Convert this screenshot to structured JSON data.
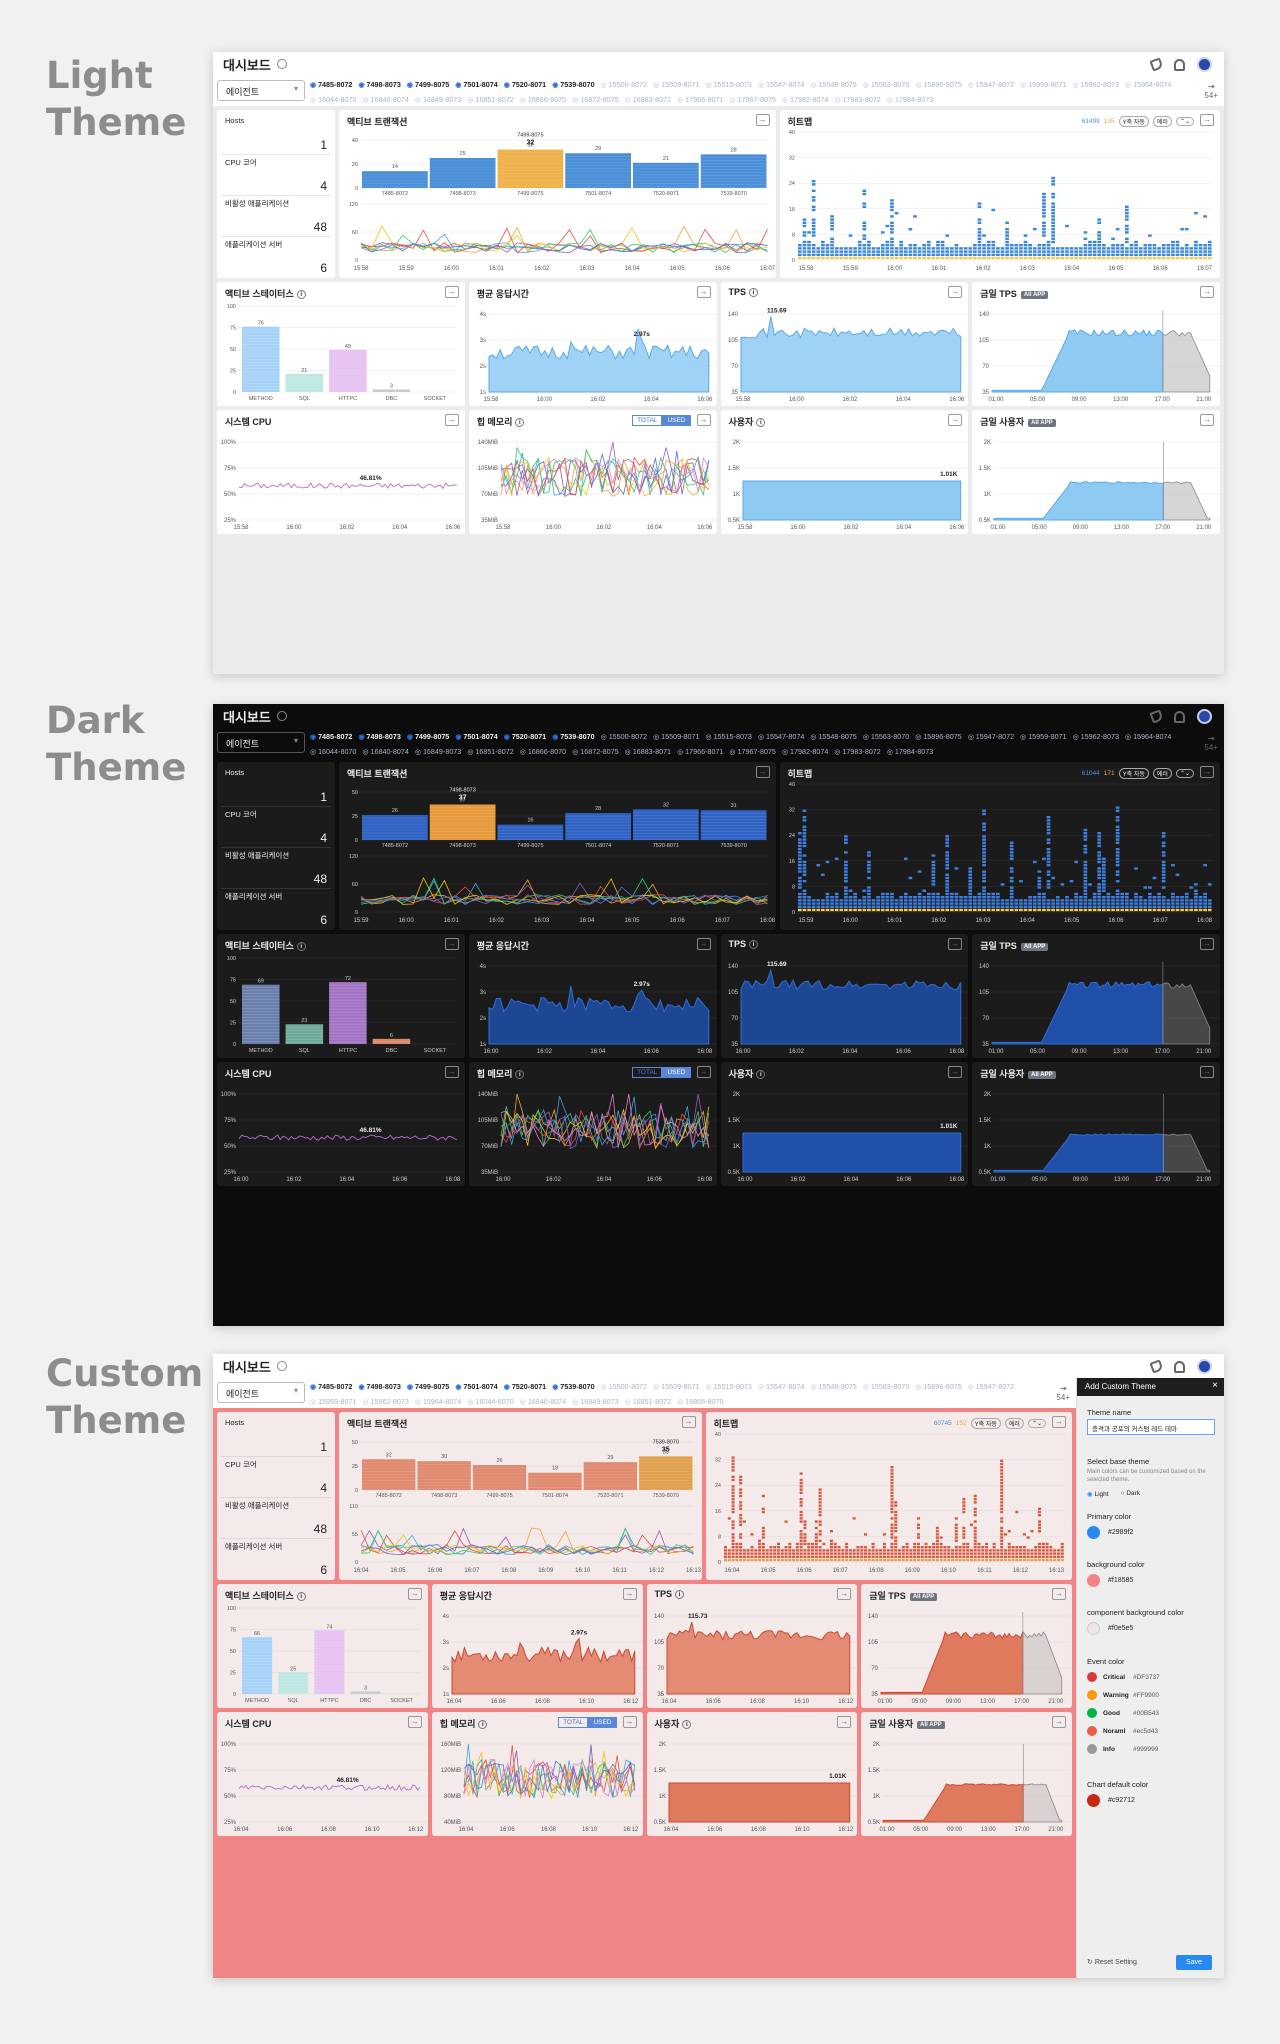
{
  "themes": [
    {
      "label": "Light Theme",
      "dark": false
    },
    {
      "label": "Dark Theme",
      "dark": true
    },
    {
      "label": "Custom Theme",
      "dark": false
    }
  ],
  "header": {
    "title": "대시보드",
    "agent_select": "에이전트",
    "count_badge": "54+"
  },
  "agents": {
    "light_on": [
      "7485-8072",
      "7498-8073",
      "7499-8075",
      "7501-8074",
      "7520-8071",
      "7539-8070"
    ],
    "light_off": [
      "15500-8072",
      "15509-8071",
      "15515-8073",
      "15547-8074",
      "15548-8075",
      "15563-8070",
      "15896-8075",
      "15947-8072",
      "15959-8071",
      "15962-8073",
      "15964-8074",
      "16044-8070",
      "16840-8074",
      "16849-8073",
      "16851-8072",
      "16866-8070",
      "16872-8075",
      "16883-8071",
      "17966-8071",
      "17967-8075",
      "17982-8074",
      "17983-8072",
      "17984-8073"
    ],
    "custom_off": [
      "15500-8072",
      "15509-8071",
      "15515-8073",
      "15547-8074",
      "15548-8075",
      "15563-8070",
      "15896-8075",
      "15947-8072",
      "15959-8071",
      "15962-8073",
      "15964-8074",
      "16044-8070",
      "16840-8074",
      "16849-8073",
      "16851-8072",
      "16866-8070"
    ]
  },
  "stats": [
    {
      "label": "Hosts",
      "value": "1"
    },
    {
      "label": "CPU 코어",
      "value": "4"
    },
    {
      "label": "비활성 애플리케이션",
      "value": "48"
    },
    {
      "label": "애플리케이션 서버",
      "value": "6"
    }
  ],
  "cards": {
    "active_tx": "액티브 트랜잭션",
    "heatmap": "히트맵",
    "active_status": "액티브 스테이터스",
    "avg_response": "평균 응답시간",
    "tps": "TPS",
    "today_tps": "금일 TPS",
    "system_cpu": "시스템 CPU",
    "heap_memory": "힙 메모리",
    "users": "사용자",
    "today_users": "금일 사용자",
    "all_app": "All APP",
    "total": "TOTAL",
    "used": "USED",
    "heatmap_auto": "Y축 자동",
    "heatmap_error": "에러"
  },
  "heatmap_counts": [
    {
      "count": "61499",
      "err": "135"
    },
    {
      "count": "61044",
      "err": "171"
    },
    {
      "count": "60745",
      "err": "152"
    }
  ],
  "chart_data": [
    {
      "type": "bar",
      "title": "액티브 트랜잭션",
      "themes": [
        {
          "categories": [
            "7485-8072",
            "7498-8073",
            "7499-8075",
            "7501-8074",
            "7520-8071",
            "7539-8070"
          ],
          "values": [
            14,
            25,
            32,
            29,
            21,
            28
          ],
          "ylim": [
            0,
            40
          ],
          "yticks": [
            0,
            20,
            40
          ],
          "highlight": {
            "index": 2,
            "label": "7499-8075",
            "value": "32"
          }
        },
        {
          "categories": [
            "7485-8072",
            "7498-8073",
            "7499-8075",
            "7501-8074",
            "7520-8071",
            "7539-8070"
          ],
          "values": [
            26,
            37,
            16,
            28,
            32,
            31
          ],
          "ylim": [
            0,
            50
          ],
          "yticks": [
            0,
            25,
            50
          ],
          "highlight": {
            "index": 1,
            "label": "7498-8073",
            "value": "37"
          }
        },
        {
          "categories": [
            "7485-8072",
            "7498-8073",
            "7499-8075",
            "7501-8074",
            "7520-8071",
            "7539-8070"
          ],
          "values": [
            32,
            30,
            26,
            18,
            29,
            35
          ],
          "ylim": [
            0,
            50
          ],
          "yticks": [
            0,
            25,
            50
          ],
          "highlight": {
            "index": 5,
            "label": "7539-8070",
            "value": "35"
          }
        }
      ]
    },
    {
      "type": "line",
      "title": "액티브 트랜잭션 추이",
      "themes": [
        {
          "x": [
            "15:58",
            "15:59",
            "16:00",
            "16:01",
            "16:02",
            "16:03",
            "16:04",
            "16:05",
            "16:06",
            "16:07"
          ],
          "yticks": [
            0,
            60,
            120
          ]
        },
        {
          "x": [
            "15:59",
            "16:00",
            "16:01",
            "16:02",
            "16:03",
            "16:04",
            "16:05",
            "16:06",
            "16:07",
            "16:08"
          ],
          "yticks": [
            0,
            60,
            120
          ]
        },
        {
          "x": [
            "16:04",
            "16:05",
            "16:06",
            "16:07",
            "16:08",
            "16:09",
            "16:10",
            "16:11",
            "16:12",
            "16:13"
          ],
          "yticks": [
            0,
            55,
            110
          ]
        }
      ]
    },
    {
      "type": "scatter",
      "title": "히트맵",
      "yticks": [
        0,
        8,
        16,
        24,
        32,
        40
      ],
      "themes": [
        {
          "x": [
            "15:58",
            "15:59",
            "16:00",
            "16:01",
            "16:02",
            "16:03",
            "16:04",
            "16:05",
            "16:06",
            "16:07"
          ]
        },
        {
          "x": [
            "15:59",
            "16:00",
            "16:01",
            "16:02",
            "16:03",
            "16:04",
            "16:05",
            "16:06",
            "16:07",
            "16:08"
          ]
        },
        {
          "x": [
            "16:04",
            "16:05",
            "16:06",
            "16:07",
            "16:08",
            "16:09",
            "16:10",
            "16:11",
            "16:12",
            "16:13"
          ]
        }
      ]
    },
    {
      "type": "bar",
      "title": "액티브 스테이터스",
      "categories": [
        "METHOD",
        "SQL",
        "HTTPC",
        "DBC",
        "SOCKET"
      ],
      "ylim": [
        0,
        100
      ],
      "yticks": [
        0,
        25,
        50,
        75,
        100
      ],
      "themes": [
        {
          "values": [
            76,
            21,
            49,
            3,
            0
          ]
        },
        {
          "values": [
            69,
            23,
            72,
            6,
            0
          ]
        },
        {
          "values": [
            66,
            25,
            74,
            3,
            0
          ]
        }
      ]
    },
    {
      "type": "area",
      "title": "평균 응답시간",
      "yticks": [
        "1s",
        "2s",
        "3s",
        "4s"
      ],
      "peak": "2.97s",
      "themes": [
        {
          "x": [
            "15:58",
            "16:00",
            "16:02",
            "16:04",
            "16:06"
          ]
        },
        {
          "x": [
            "16:00",
            "16:02",
            "16:04",
            "16:06",
            "16:08"
          ]
        },
        {
          "x": [
            "16:04",
            "16:06",
            "16:08",
            "16:10",
            "16:12"
          ]
        }
      ]
    },
    {
      "type": "area",
      "title": "TPS",
      "yticks": [
        35,
        70,
        105,
        140
      ],
      "themes": [
        {
          "peak": "115.69",
          "x": [
            "15:58",
            "16:00",
            "16:02",
            "16:04",
            "16:06"
          ]
        },
        {
          "peak": "115.69",
          "x": [
            "16:00",
            "16:02",
            "16:04",
            "16:06",
            "16:08"
          ]
        },
        {
          "peak": "115.73",
          "x": [
            "16:04",
            "16:06",
            "16:08",
            "16:10",
            "16:12"
          ]
        }
      ]
    },
    {
      "type": "area",
      "title": "금일 TPS",
      "yticks": [
        35,
        70,
        105,
        140
      ],
      "x": [
        "01:00",
        "05:00",
        "09:00",
        "13:00",
        "17:00",
        "21:00"
      ]
    },
    {
      "type": "line",
      "title": "시스템 CPU",
      "yticks": [
        "25%",
        "50%",
        "75%",
        "100%"
      ],
      "peak": "46.81%",
      "themes": [
        {
          "x": [
            "15:58",
            "16:00",
            "16:02",
            "16:04",
            "16:06"
          ]
        },
        {
          "x": [
            "16:00",
            "16:02",
            "16:04",
            "16:06",
            "16:08"
          ]
        },
        {
          "x": [
            "16:04",
            "16:06",
            "16:08",
            "16:10",
            "16:12"
          ]
        }
      ]
    },
    {
      "type": "line",
      "title": "힙 메모리",
      "themes": [
        {
          "yticks": [
            "35MiB",
            "70MiB",
            "105MiB",
            "140MiB"
          ],
          "x": [
            "15:58",
            "16:00",
            "16:02",
            "16:04",
            "16:06"
          ]
        },
        {
          "yticks": [
            "35MiB",
            "70MiB",
            "105MiB",
            "140MiB"
          ],
          "x": [
            "16:00",
            "16:02",
            "16:04",
            "16:06",
            "16:08"
          ]
        },
        {
          "yticks": [
            "40MiB",
            "80MiB",
            "120MiB",
            "160MiB"
          ],
          "x": [
            "16:04",
            "16:06",
            "16:08",
            "16:10",
            "16:12"
          ]
        }
      ]
    },
    {
      "type": "area",
      "title": "사용자",
      "yticks": [
        "0.5K",
        "1K",
        "1.5K",
        "2K"
      ],
      "peak": "1.01K",
      "themes": [
        {
          "x": [
            "15:58",
            "16:00",
            "16:02",
            "16:04",
            "16:06"
          ]
        },
        {
          "x": [
            "16:00",
            "16:02",
            "16:04",
            "16:06",
            "16:08"
          ]
        },
        {
          "x": [
            "16:04",
            "16:06",
            "16:08",
            "16:10",
            "16:12"
          ]
        }
      ]
    },
    {
      "type": "area",
      "title": "금일 사용자",
      "yticks": [
        "0.5K",
        "1K",
        "1.5K",
        "2K"
      ],
      "x": [
        "01:00",
        "05:00",
        "09:00",
        "13:00",
        "17:00",
        "21:00"
      ]
    }
  ],
  "custom_panel": {
    "title": "Add Custom Theme",
    "theme_name_label": "Theme name",
    "theme_name_value": "충격과 공포의 커스텀 레드 테마",
    "base_label": "Select base theme",
    "base_desc": "Main colors can be customized based on the selected theme.",
    "light": "Light",
    "dark": "Dark",
    "primary_label": "Primary color",
    "primary_value": "#2989f2",
    "bg_label": "background color",
    "bg_value": "#f18585",
    "comp_label": "component background color",
    "comp_value": "#f0e5e5",
    "event_label": "Event color",
    "events": [
      {
        "name": "Critical",
        "hex": "#DF3737"
      },
      {
        "name": "Warning",
        "hex": "#FF9900"
      },
      {
        "name": "Good",
        "hex": "#00B543"
      },
      {
        "name": "Noraml",
        "hex": "#ec5d43"
      },
      {
        "name": "Info",
        "hex": "#999999"
      }
    ],
    "chart_label": "Chart default color",
    "chart_value": "#c92712",
    "reset": "Reset Setting",
    "save": "Save"
  }
}
